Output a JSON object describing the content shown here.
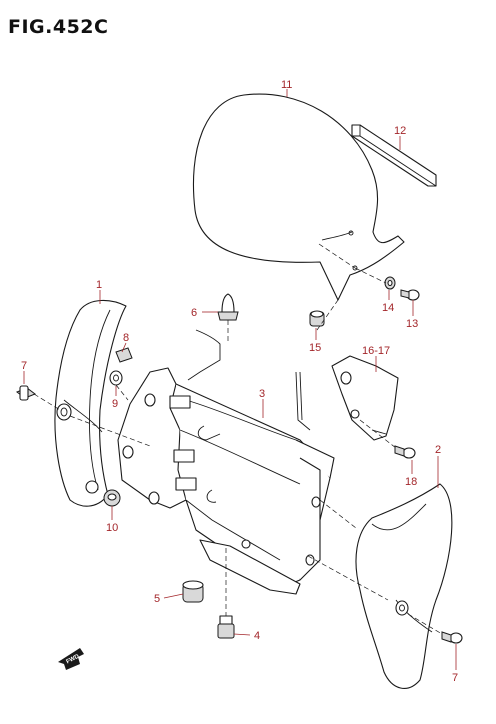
{
  "figure": {
    "title": "FIG.452C"
  },
  "accent_color": "#a3262a",
  "forward_arrow": {
    "icon": "fwd-arrow-icon",
    "label": "FWD"
  },
  "callouts": [
    {
      "id": "c11",
      "label": "11"
    },
    {
      "id": "c12",
      "label": "12"
    },
    {
      "id": "c6",
      "label": "6"
    },
    {
      "id": "c14",
      "label": "14"
    },
    {
      "id": "c13",
      "label": "13"
    },
    {
      "id": "c15",
      "label": "15"
    },
    {
      "id": "c1",
      "label": "1"
    },
    {
      "id": "c8",
      "label": "8"
    },
    {
      "id": "c7a",
      "label": "7"
    },
    {
      "id": "c9",
      "label": "9"
    },
    {
      "id": "c3",
      "label": "3"
    },
    {
      "id": "c16",
      "label": "16-17"
    },
    {
      "id": "c2",
      "label": "2"
    },
    {
      "id": "c18",
      "label": "18"
    },
    {
      "id": "c10",
      "label": "10"
    },
    {
      "id": "c5",
      "label": "5"
    },
    {
      "id": "c4",
      "label": "4"
    },
    {
      "id": "c7b",
      "label": "7"
    }
  ]
}
